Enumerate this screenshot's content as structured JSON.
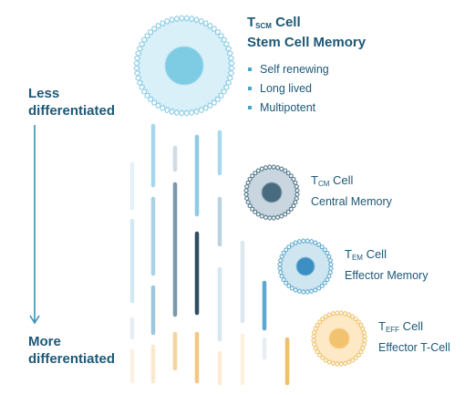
{
  "axis": {
    "top_label_line1": "Less",
    "top_label_line2": "differentiated",
    "bottom_label_line1": "More",
    "bottom_label_line2": "differentiated"
  },
  "cells": {
    "tscm": {
      "prefix": "T",
      "subscript": "SCM",
      "suffix": " Cell",
      "name": "Stem Cell Memory",
      "properties": [
        "Self renewing",
        "Long lived",
        "Multipotent"
      ]
    },
    "tcm": {
      "prefix": "T",
      "subscript": "CM",
      "suffix": " Cell",
      "name": "Central Memory"
    },
    "tem": {
      "prefix": "T",
      "subscript": "EM",
      "suffix": " Cell",
      "name": "Effector Memory"
    },
    "teff": {
      "prefix": "T",
      "subscript": "EFF",
      "suffix": " Cell",
      "name": "Effector T-Cell"
    }
  },
  "colors": {
    "text": "#1d5876",
    "arrow": "#3b8fb8",
    "tscm_fill": "#d9f0f8",
    "tscm_nucleus": "#7ecbe4",
    "tcm_fill": "#c9d6df",
    "tcm_nucleus": "#486b80",
    "tem_fill": "#cfe6f1",
    "tem_nucleus": "#3b8fc2",
    "teff_fill": "#fde9c6",
    "teff_nucleus": "#f2c26f"
  }
}
